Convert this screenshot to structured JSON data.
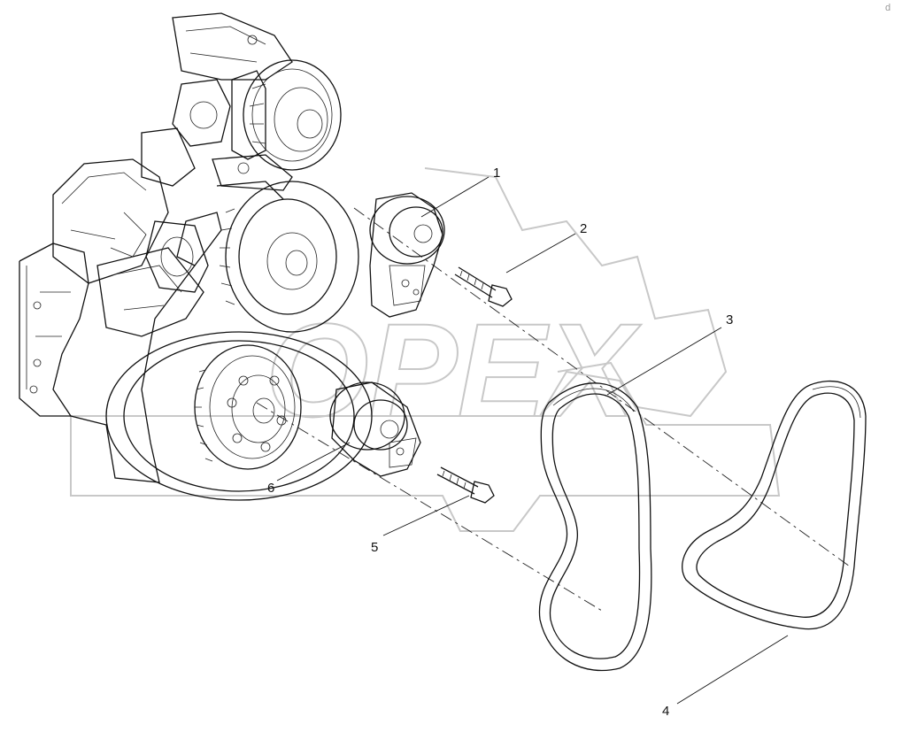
{
  "diagram": {
    "watermark_text": "OPEX",
    "corner_mark": "d",
    "callouts": [
      {
        "id": "callout-1",
        "label": "1"
      },
      {
        "id": "callout-2",
        "label": "2"
      },
      {
        "id": "callout-3",
        "label": "3"
      },
      {
        "id": "callout-4",
        "label": "4"
      },
      {
        "id": "callout-5",
        "label": "5"
      },
      {
        "id": "callout-6",
        "label": "6"
      }
    ]
  }
}
